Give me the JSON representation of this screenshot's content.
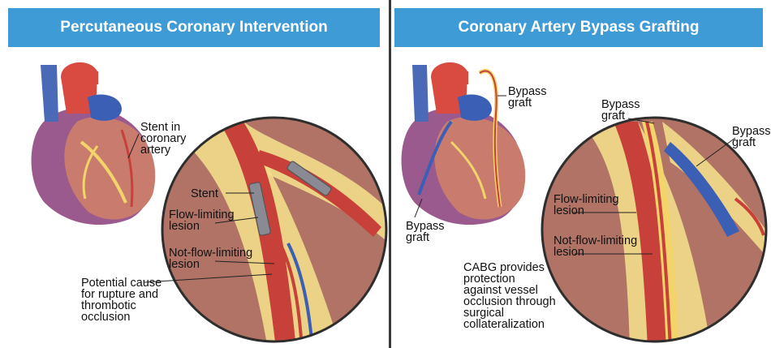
{
  "panels": {
    "pci": {
      "title": "Percutaneous Coronary Intervention",
      "labels": {
        "stent_in_artery": "Stent in\ncoronary\nartery",
        "stent": "Stent",
        "flow_limiting": "Flow-limiting\nlesion",
        "not_flow_limiting": "Not-flow-limiting\nlesion",
        "potential_cause": "Potential cause\nfor rupture and\nthrombotic\nocclusion"
      }
    },
    "cabg": {
      "title": "Coronary Artery Bypass Grafting",
      "labels": {
        "bypass_graft_heart_top": "Bypass\ngraft",
        "bypass_graft_heart_left": "Bypass\ngraft",
        "bypass_graft_circle_top": "Bypass\ngraft",
        "bypass_graft_circle_right": "Bypass\ngraft",
        "flow_limiting": "Flow-limiting\nlesion",
        "not_flow_limiting": "Not-flow-limiting\nlesion",
        "cabg_note": "CABG provides\nprotection\nagainst vessel\nocclusion through\nsurgical\ncollateralization"
      }
    }
  },
  "colors": {
    "header_bg": "#3f9bd6",
    "divider": "#3a3a3a",
    "muscle": "#b07366",
    "artery_red": "#c8403a",
    "vein_blue": "#3b5fb5",
    "fat_yellow": "#f2dd8a",
    "heart_purple": "#9b5a8e"
  }
}
